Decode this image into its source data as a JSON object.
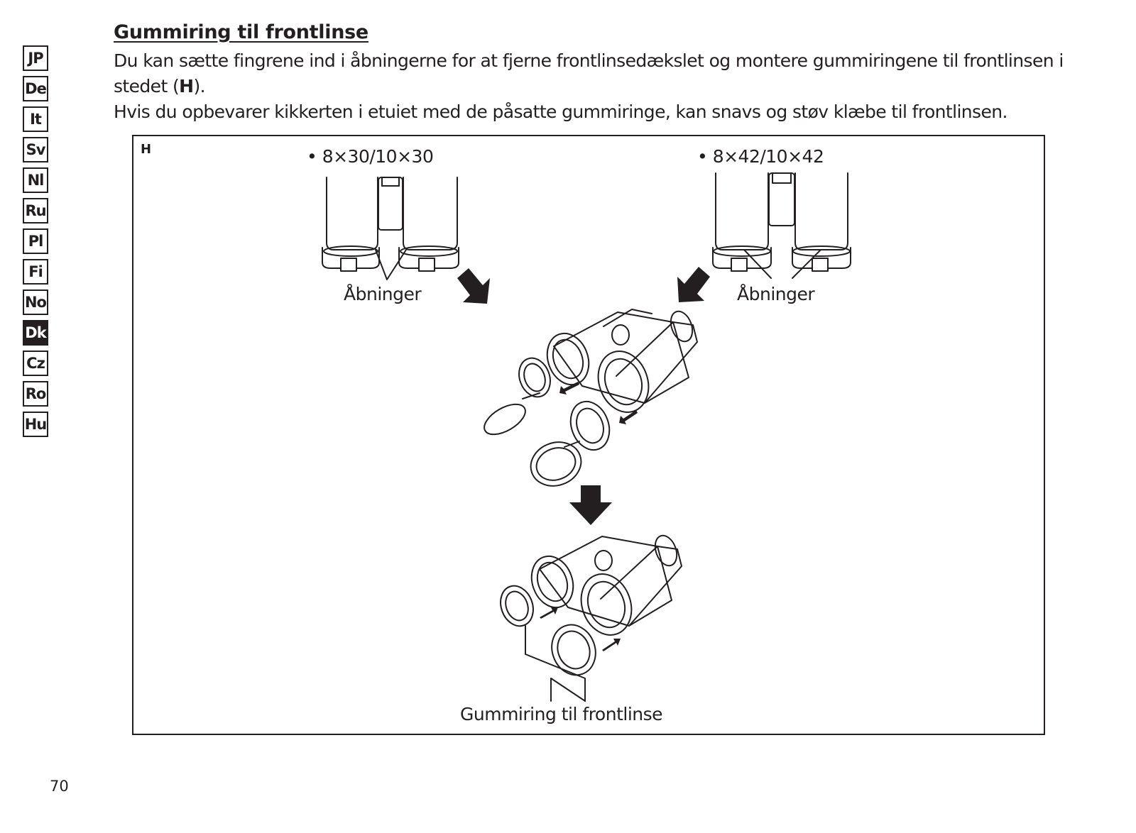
{
  "language_tabs": [
    "JP",
    "De",
    "It",
    "Sv",
    "Nl",
    "Ru",
    "Pl",
    "Fi",
    "No",
    "Dk",
    "Cz",
    "Ro",
    "Hu"
  ],
  "active_language": "Dk",
  "section": {
    "title": "Gummiring til frontlinse",
    "para1_a": "Du kan sætte fingrene ind i åbningerne for at fjerne frontlinsedækslet og montere gummiringene til frontlinsen i stedet (",
    "para1_ref": "H",
    "para1_b": ").",
    "para2": "Hvis du opbevarer kikkerten i etuiet med de påsatte gummiringe, kan snavs og støv klæbe til frontlinsen."
  },
  "figure": {
    "label": "H",
    "model_left": "• 8×30/10×30",
    "model_right": "• 8×42/10×42",
    "openings_left": "Åbninger",
    "openings_right": "Åbninger",
    "ring_caption": "Gummiring til frontlinse"
  },
  "page_number": "70"
}
